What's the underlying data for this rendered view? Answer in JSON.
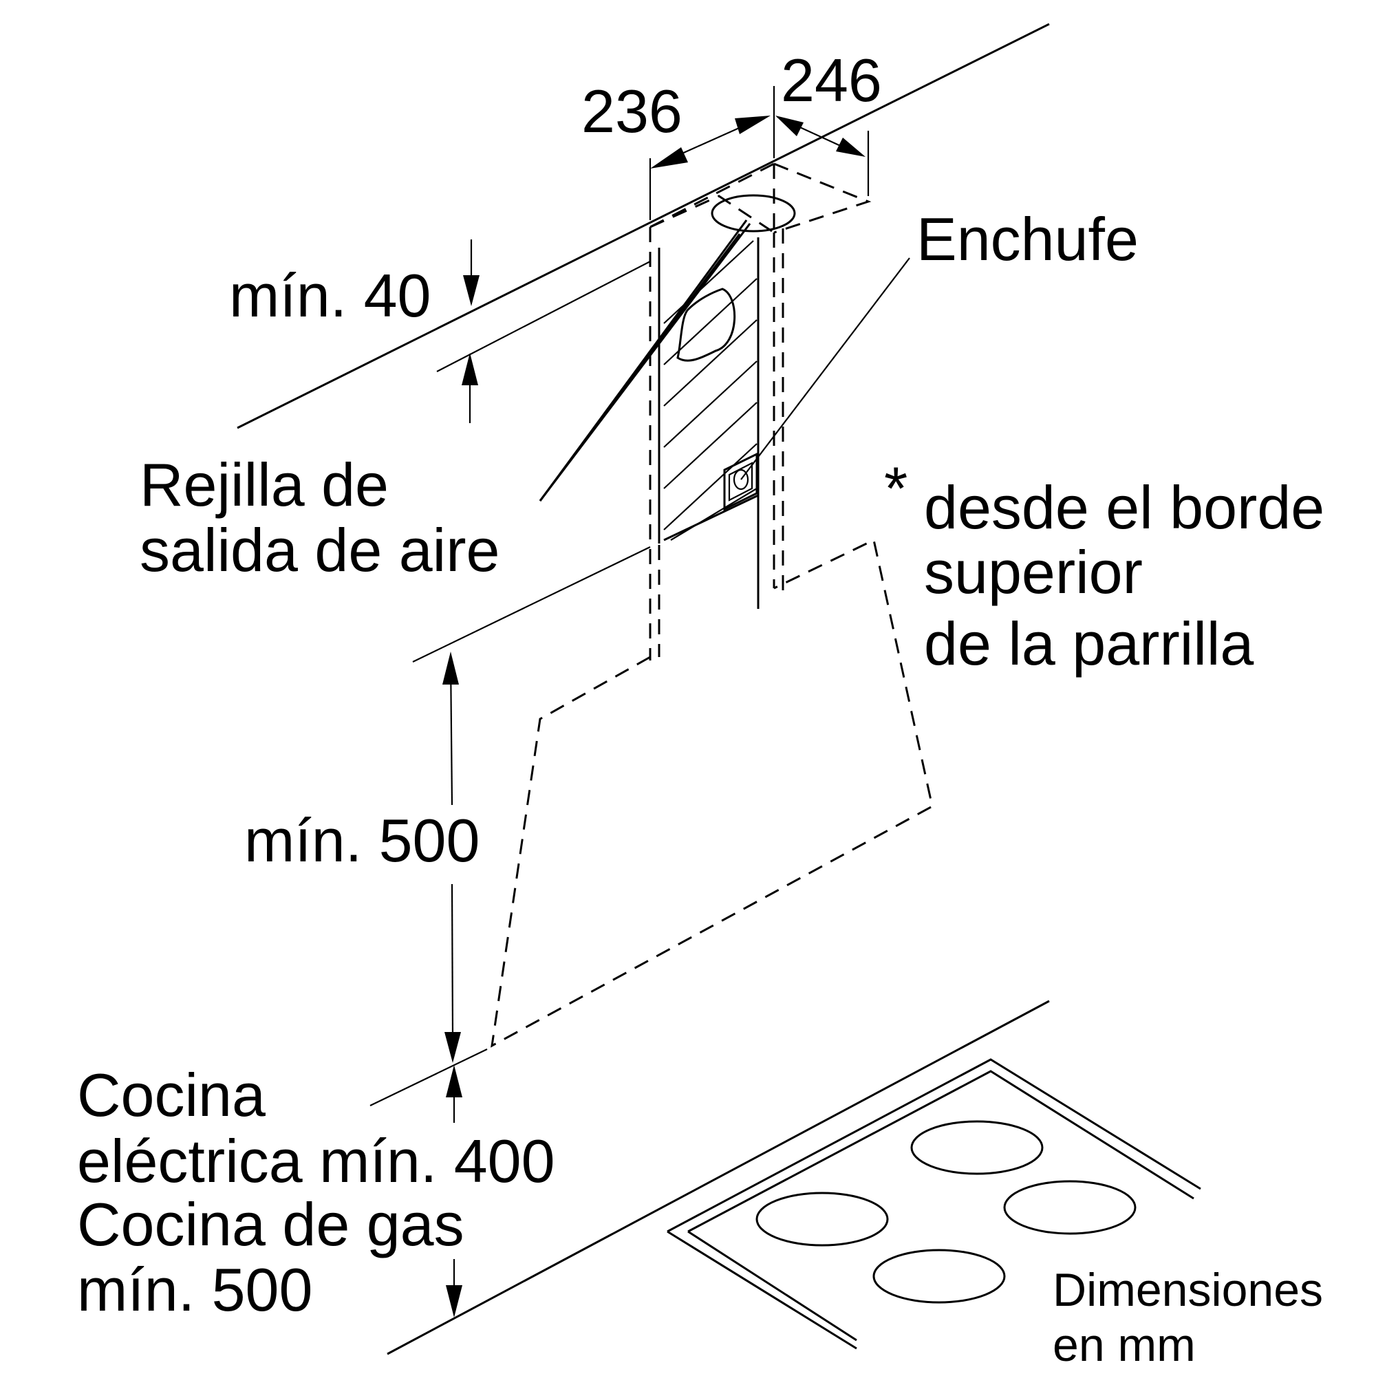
{
  "dimensions": {
    "width_236": "236",
    "width_246": "246",
    "min_40": "mín. 40",
    "min_500": "mín. 500"
  },
  "labels": {
    "enchufe": "Enchufe",
    "rejilla_line1": "Rejilla de",
    "rejilla_line2": "salida de aire",
    "note_star": "*",
    "note_line1": "desde el borde",
    "note_line2": "superior",
    "note_line3": "de la parrilla",
    "cocina_line1": "Cocina",
    "cocina_line2": "eléctrica mín. 400",
    "cocina_line3": "Cocina de gas",
    "cocina_line4": "mín. 500",
    "units_line1": "Dimensiones",
    "units_line2": "en mm"
  }
}
